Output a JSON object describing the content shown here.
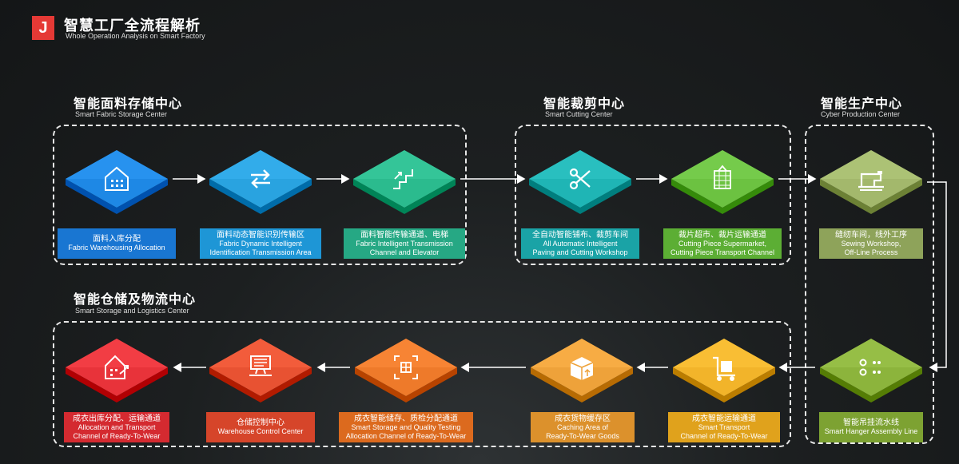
{
  "header": {
    "logo_letter": "J",
    "title_zh": "智慧工厂全流程解析",
    "title_en": "Whole Operation Analysis on Smart Factory"
  },
  "sections": {
    "fabric": {
      "zh": "智能面料存储中心",
      "en": "Smart Fabric Storage Center"
    },
    "cutting": {
      "zh": "智能裁剪中心",
      "en": "Smart Cutting Center"
    },
    "production": {
      "zh": "智能生产中心",
      "en": "Cyber Production Center"
    },
    "logistics": {
      "zh": "智能仓储及物流中心",
      "en": "Smart Storage and Logistics Center"
    }
  },
  "nodes": [
    {
      "id": "n1",
      "icon": "warehouse-icon",
      "color": "#1e88e5",
      "label_bg": "#1976d2",
      "zh": "面料入库分配",
      "en": [
        "Fabric Warehousing Allocation"
      ]
    },
    {
      "id": "n2",
      "icon": "transfer-arrows-icon",
      "color": "#29a3e0",
      "label_bg": "#1e96d6",
      "zh": "面料动态智能识别传输区",
      "en": [
        "Fabric Dynamic Intelligent",
        "Identification Transmission Area"
      ]
    },
    {
      "id": "n3",
      "icon": "stairs-icon",
      "color": "#2bbb8e",
      "label_bg": "#26a884",
      "zh": "面料智能传输通道、电梯",
      "en": [
        "Fabric Intelligent Transmission",
        "Channel and Elevator"
      ]
    },
    {
      "id": "n4",
      "icon": "scissors-icon",
      "color": "#1fb5b5",
      "label_bg": "#1aa3a6",
      "zh": "全自动智能铺布、裁剪车间",
      "en": [
        "All Automatic Intelligent",
        "Paving and Cutting Workshop"
      ]
    },
    {
      "id": "n5",
      "icon": "fabric-roll-icon",
      "color": "#6cc241",
      "label_bg": "#5cae34",
      "zh": "裁片超市、裁片运输通道",
      "en": [
        "Cutting Piece Supermarket,",
        "Cutting Piece Transport Channel"
      ]
    },
    {
      "id": "n6",
      "icon": "sewing-machine-icon",
      "color": "#a3b86c",
      "label_bg": "#8ea35a",
      "zh": "缝纫车间，线外工序",
      "en": [
        "Sewing Workshop,",
        "Off-Line Process"
      ]
    },
    {
      "id": "n7",
      "icon": "hanger-line-icon",
      "color": "#8cb43c",
      "label_bg": "#7da232",
      "zh": "智能吊挂流水线",
      "en": [
        "Smart Hanger Assembly Line"
      ]
    },
    {
      "id": "n8",
      "icon": "hand-truck-icon",
      "color": "#f2b42a",
      "label_bg": "#e0a21c",
      "zh": "成衣智能运输通道",
      "en": [
        "Smart Transport",
        "Channel of Ready-To-Wear"
      ]
    },
    {
      "id": "n9",
      "icon": "box-icon",
      "color": "#eea23a",
      "label_bg": "#dc912c",
      "zh": "成衣货物缓存区",
      "en": [
        "Caching Area of",
        "Ready-To-Wear Goods"
      ]
    },
    {
      "id": "n10",
      "icon": "quality-grid-icon",
      "color": "#ee7a2a",
      "label_bg": "#dc6a1e",
      "zh": "成衣智能储存、质检分配通道",
      "en": [
        "Smart Storage and Quality Testing",
        "Allocation Channel of Ready-To-Wear"
      ]
    },
    {
      "id": "n11",
      "icon": "control-monitor-icon",
      "color": "#e85232",
      "label_bg": "#d6452a",
      "zh": "仓储控制中心",
      "en": [
        "Warehouse Control Center"
      ]
    },
    {
      "id": "n12",
      "icon": "outbound-building-icon",
      "color": "#e8333a",
      "label_bg": "#d42a30",
      "zh": "成衣出库分配、运输通道",
      "en": [
        "Allocation and Transport",
        "Channel of Ready-To-Wear"
      ]
    }
  ]
}
